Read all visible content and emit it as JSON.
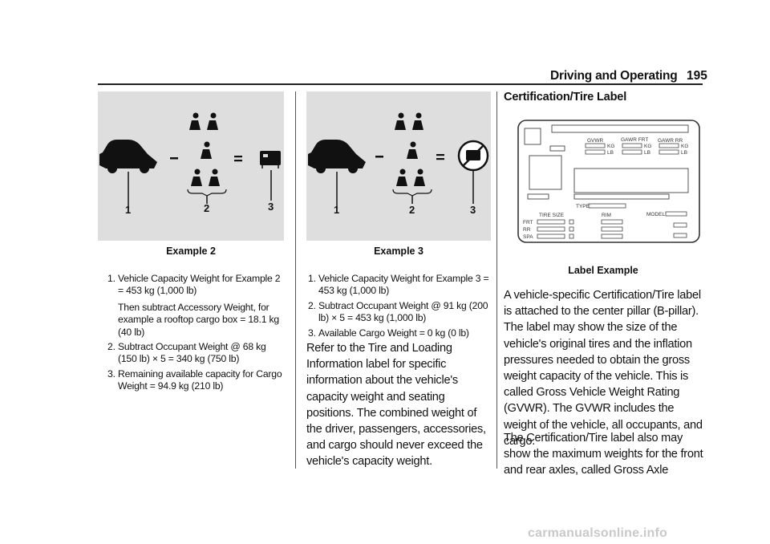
{
  "header": {
    "section": "Driving and Operating",
    "page": "195"
  },
  "example2": {
    "caption": "Example 2",
    "callouts": [
      "1",
      "2",
      "3"
    ],
    "items": [
      {
        "num": "1.",
        "text": "Vehicle Capacity Weight for Example 2 = 453 kg (1,000 lb)",
        "sub": "Then subtract Accessory Weight, for example a rooftop cargo box = 18.1 kg (40 lb)"
      },
      {
        "num": "2.",
        "text": "Subtract Occupant Weight @ 68 kg (150 lb) × 5 = 340 kg (750 lb)"
      },
      {
        "num": "3.",
        "text": "Remaining available capacity for Cargo Weight = 94.9 kg (210 lb)"
      }
    ]
  },
  "example3": {
    "caption": "Example 3",
    "callouts": [
      "1",
      "2",
      "3"
    ],
    "items": [
      {
        "num": "1.",
        "text": "Vehicle Capacity Weight for Example 3 = 453 kg (1,000 lb)"
      },
      {
        "num": "2.",
        "text": "Subtract Occupant Weight @ 91 kg (200 lb) × 5 = 453 kg (1,000 lb)"
      },
      {
        "num": "3.",
        "text": "Available Cargo Weight = 0 kg (0 lb)"
      }
    ],
    "paragraph": "Refer to the Tire and Loading Information label for specific information about the vehicle's capacity weight and seating positions. The combined weight of the driver, passengers, accessories, and cargo should never exceed the vehicle's capacity weight."
  },
  "certification": {
    "heading": "Certification/Tire Label",
    "caption": "Label Example",
    "label_fields": {
      "gvwr": "GVWR",
      "gawr_frt": "GAWR FRT",
      "gawr_rr": "GAWR RR",
      "kg": "KG",
      "lb": "LB",
      "type": "TYPE:",
      "tire_size": "TIRE SIZE",
      "rim": "RIM",
      "model": "MODEL:",
      "frt": "FRT",
      "rr": "RR",
      "spa": "SPA"
    },
    "paragraph1": "A vehicle-specific Certification/Tire label is attached to the center pillar (B-pillar). The label may show the size of the vehicle's original tires and the inflation pressures needed to obtain the gross weight capacity of the vehicle. This is called Gross Vehicle Weight Rating (GVWR). The GVWR includes the weight of the vehicle, all occupants, and cargo.",
    "paragraph2": "The Certification/Tire label also may show the maximum weights for the front and rear axles, called Gross Axle"
  },
  "watermark": "carmanualsonline.info"
}
